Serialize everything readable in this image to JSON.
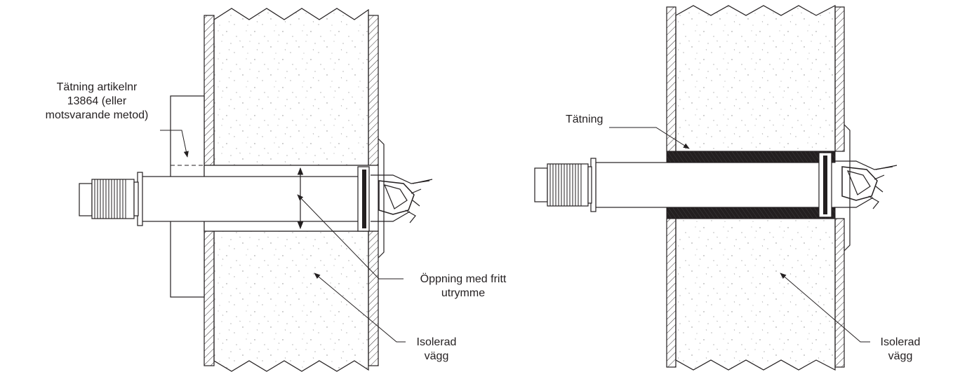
{
  "left_diagram": {
    "seal_label": [
      "Tätning artikelnr",
      "13864 (eller",
      "motsvarande metod)"
    ],
    "opening_label": [
      "Öppning med fritt",
      "utrymme"
    ],
    "wall_label": [
      "Isolerad",
      "vägg"
    ]
  },
  "right_diagram": {
    "seal_label": "Tätning",
    "wall_label": [
      "Isolerad",
      "vägg"
    ]
  },
  "colors": {
    "line": "#231f20",
    "seal_fill": "#231f20",
    "speckle": "#8a8a8a",
    "background": "#ffffff"
  }
}
